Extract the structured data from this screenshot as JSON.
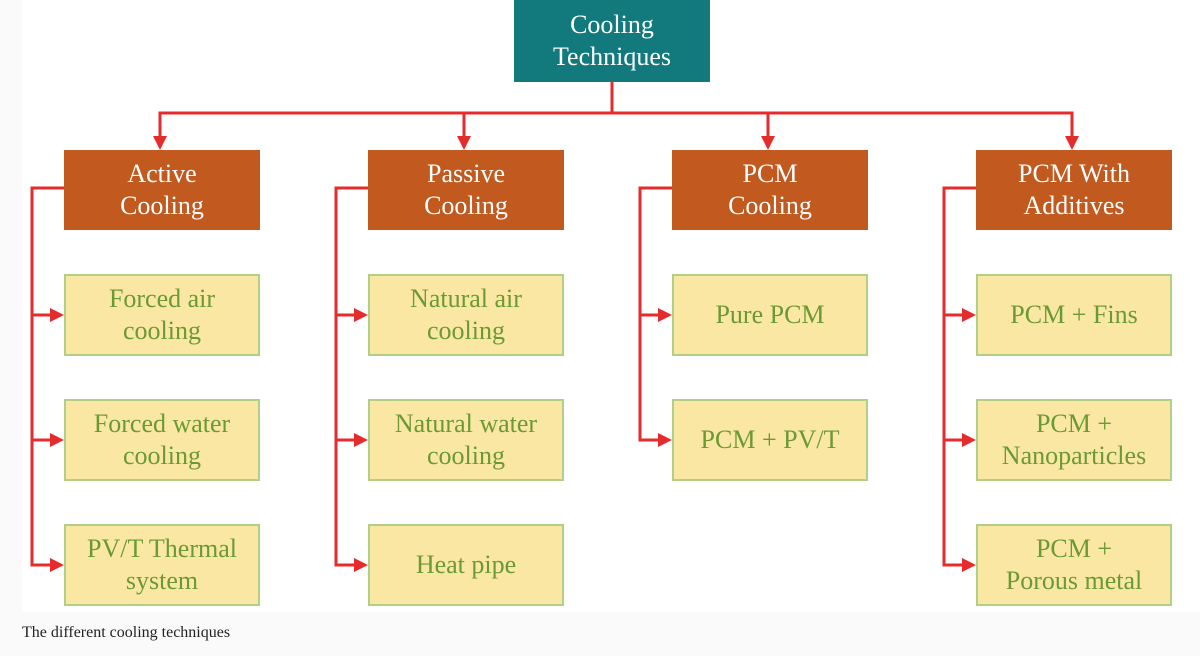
{
  "diagram": {
    "root": {
      "label": "Cooling\nTechniques"
    },
    "categories": [
      {
        "label": "Active\nCooling",
        "children": [
          "Forced air\ncooling",
          "Forced water\ncooling",
          "PV/T Thermal\nsystem"
        ]
      },
      {
        "label": "Passive\nCooling",
        "children": [
          "Natural air\ncooling",
          "Natural water\ncooling",
          "Heat pipe"
        ]
      },
      {
        "label": "PCM\nCooling",
        "children": [
          "Pure PCM",
          "PCM + PV/T"
        ]
      },
      {
        "label": "PCM With\nAdditives",
        "children": [
          "PCM + Fins",
          "PCM +\nNanoparticles",
          "PCM +\nPorous metal"
        ]
      }
    ],
    "colors": {
      "root_fill": "#127a7d",
      "category_fill": "#c2591f",
      "leaf_fill": "#fae7a4",
      "leaf_border": "#b3cf86",
      "leaf_text": "#6b9a34",
      "connector": "#e52b2b"
    }
  },
  "caption": "The different cooling techniques"
}
